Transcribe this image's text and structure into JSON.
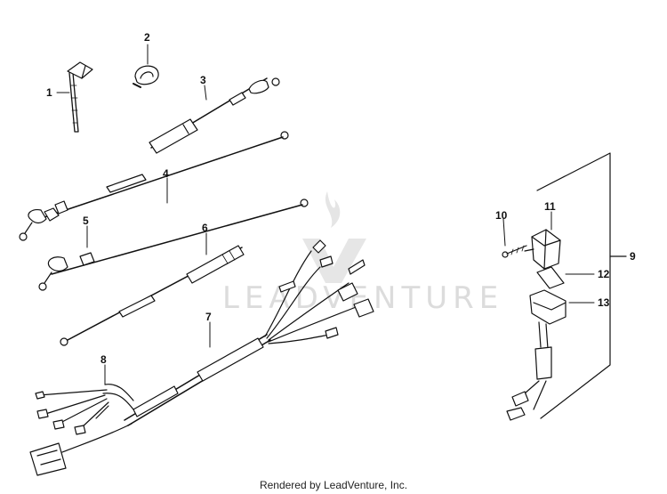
{
  "diagram": {
    "callouts": [
      "1",
      "2",
      "3",
      "4",
      "5",
      "6",
      "7",
      "8",
      "9",
      "10",
      "11",
      "12",
      "13"
    ],
    "watermark": "LEADVENTURE"
  },
  "footer": {
    "text": "Rendered by LeadVenture, Inc."
  }
}
